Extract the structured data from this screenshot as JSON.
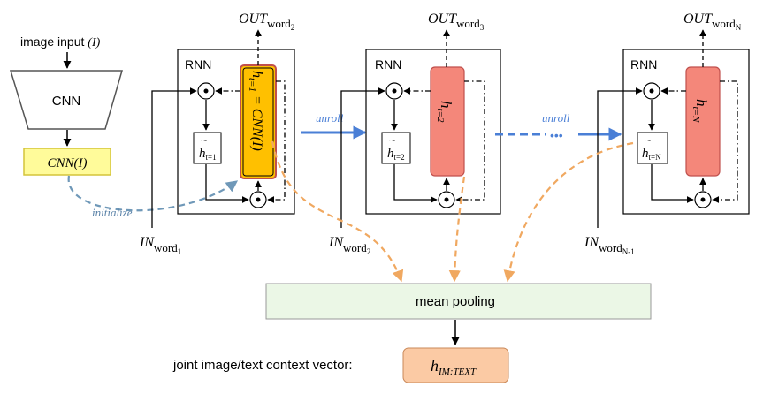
{
  "image_input_label": "image input",
  "image_input_symbol": "(I)",
  "cnn_label": "CNN",
  "cnn_output_label": "CNN(I)",
  "initialize_label": "initialize",
  "unroll_label": "unroll",
  "ellipsis": "•••",
  "rnn_label": "RNN",
  "hidden_symbol": "h",
  "tilde_symbol": "~",
  "out_symbol": "OUT",
  "in_symbol": "IN",
  "cells": [
    {
      "out_sub": "word",
      "out_idx": "2",
      "in_sub": "word",
      "in_idx": "1",
      "hidden_sub": "t=1",
      "hidden_eq": " = CNN(I)",
      "tilde_sub": "t=1"
    },
    {
      "out_sub": "word",
      "out_idx": "3",
      "in_sub": "word",
      "in_idx": "2",
      "hidden_sub": "t=2",
      "hidden_eq": "",
      "tilde_sub": "t=2"
    },
    {
      "out_sub": "word",
      "out_idx": "N",
      "in_sub": "word",
      "in_idx": "N-1",
      "hidden_sub": "t=N",
      "hidden_eq": "",
      "tilde_sub": "t=N"
    }
  ],
  "mean_pooling_label": "mean pooling",
  "context_vector_label": "joint image/text context vector:",
  "context_vector_symbol": "h",
  "context_vector_sub": "IM:TEXT",
  "colors": {
    "cnn_output_fill": "#fffb9a",
    "cnn_output_border": "#d4c43a",
    "h1_fill": "#ffc000",
    "h1_border": "#c0504d",
    "hidden_fill": "#f4877a",
    "hidden_border": "#c0504d",
    "unroll_arrow": "#4a7fd6",
    "initialize_arrow": "#6f98b8",
    "pool_arrow": "#f0a860",
    "mean_pool_fill": "#ebf7e6",
    "context_fill": "#fbcaa4"
  }
}
